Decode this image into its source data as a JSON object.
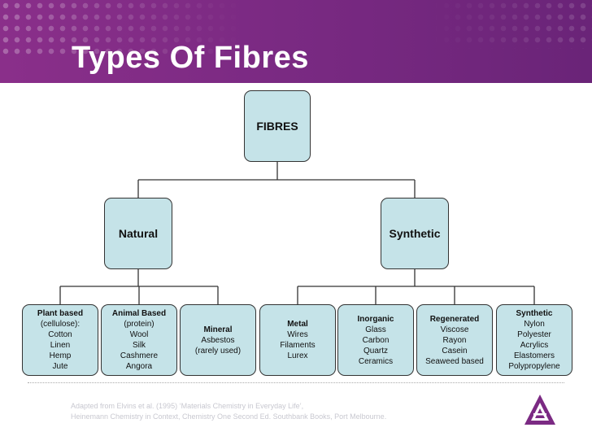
{
  "slide": {
    "title": "Types Of Fibres"
  },
  "colors": {
    "header": "#7b2a83",
    "node_fill": "#c5e3e8",
    "node_border": "#333333",
    "credit_text": "#c8c8d0"
  },
  "tree": {
    "root": "FIBRES",
    "natural": {
      "label": "Natural",
      "children": [
        {
          "title": "Plant based",
          "items": [
            "(cellulose):",
            "Cotton",
            "Linen",
            "Hemp",
            "Jute"
          ]
        },
        {
          "title": "Animal Based",
          "items": [
            "(protein)",
            "Wool",
            "Silk",
            "Cashmere",
            "Angora"
          ]
        },
        {
          "title": "Mineral",
          "items": [
            "Asbestos",
            "(rarely used)"
          ]
        }
      ]
    },
    "synthetic": {
      "label": "Synthetic",
      "children": [
        {
          "title": "Metal",
          "items": [
            "Wires",
            "Filaments",
            "Lurex"
          ]
        },
        {
          "title": "Inorganic",
          "items": [
            "Glass",
            "Carbon",
            "Quartz",
            "Ceramics"
          ]
        },
        {
          "title": "Regenerated",
          "items": [
            "Viscose",
            "Rayon",
            "Casein",
            "Seaweed based"
          ]
        },
        {
          "title": "Synthetic",
          "items": [
            "Nylon",
            "Polyester",
            "Acrylics",
            "Elastomers",
            "Polypropylene"
          ]
        }
      ]
    }
  },
  "credit": {
    "line1": "Adapted from Elvins et al. (1995) ‘Materials Chemistry in Everyday Life’,",
    "line2": "Heinemann Chemistry in Context, Chemistry One Second Ed. Southbank Books, Port Melbourne."
  },
  "logo": {
    "icon": "triangle-a-logo-icon"
  }
}
